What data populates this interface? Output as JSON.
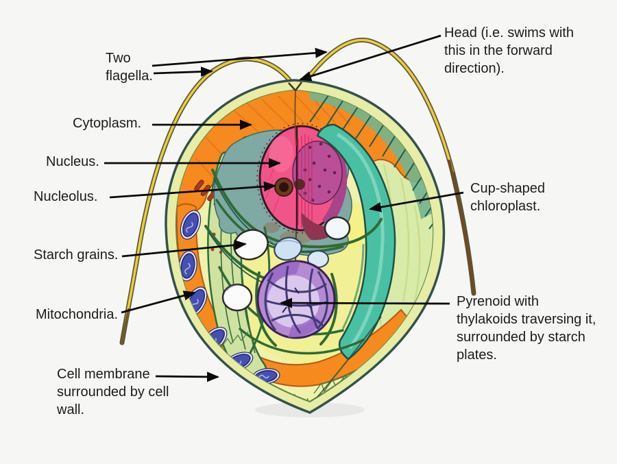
{
  "diagram": {
    "subject": "Hand-drawn labeled cross-section of a Chlamydomonas-like green algal cell",
    "background_color": "#f6f6f5",
    "labels": {
      "two_flagella": "Two flagella.",
      "head": "Head (i.e. swims with this in the forward direction).",
      "cytoplasm": "Cytoplasm.",
      "nucleus": "Nucleus.",
      "nucleolus": "Nucleolus.",
      "cup_chloroplast": "Cup-shaped chloroplast.",
      "starch_grains": "Starch grains.",
      "mitochondria": "Mitochondria.",
      "pyrenoid": "Pyrenoid with thylakoids traversing it, surrounded by starch plates.",
      "cell_membrane": "Cell membrane surrounded by cell wall."
    },
    "colors": {
      "cell_wall": "#e7eda6",
      "cytoplasm_orange": "#f68a1e",
      "chloroplast_teal": "#49c0a4",
      "chloroplast_light_green": "#d9eba8",
      "nucleus_pink": "#f0558a",
      "nucleus_magenta": "#bb4f97",
      "nucleolus_brown": "#3d1d12",
      "pyrenoid_purple": "#b48ad2",
      "mitochondria_blue": "#4550b2",
      "starch_white": "#fafafa",
      "flagella_yellow": "#e9cd3c",
      "arrow_black": "#0a0a0a"
    }
  }
}
